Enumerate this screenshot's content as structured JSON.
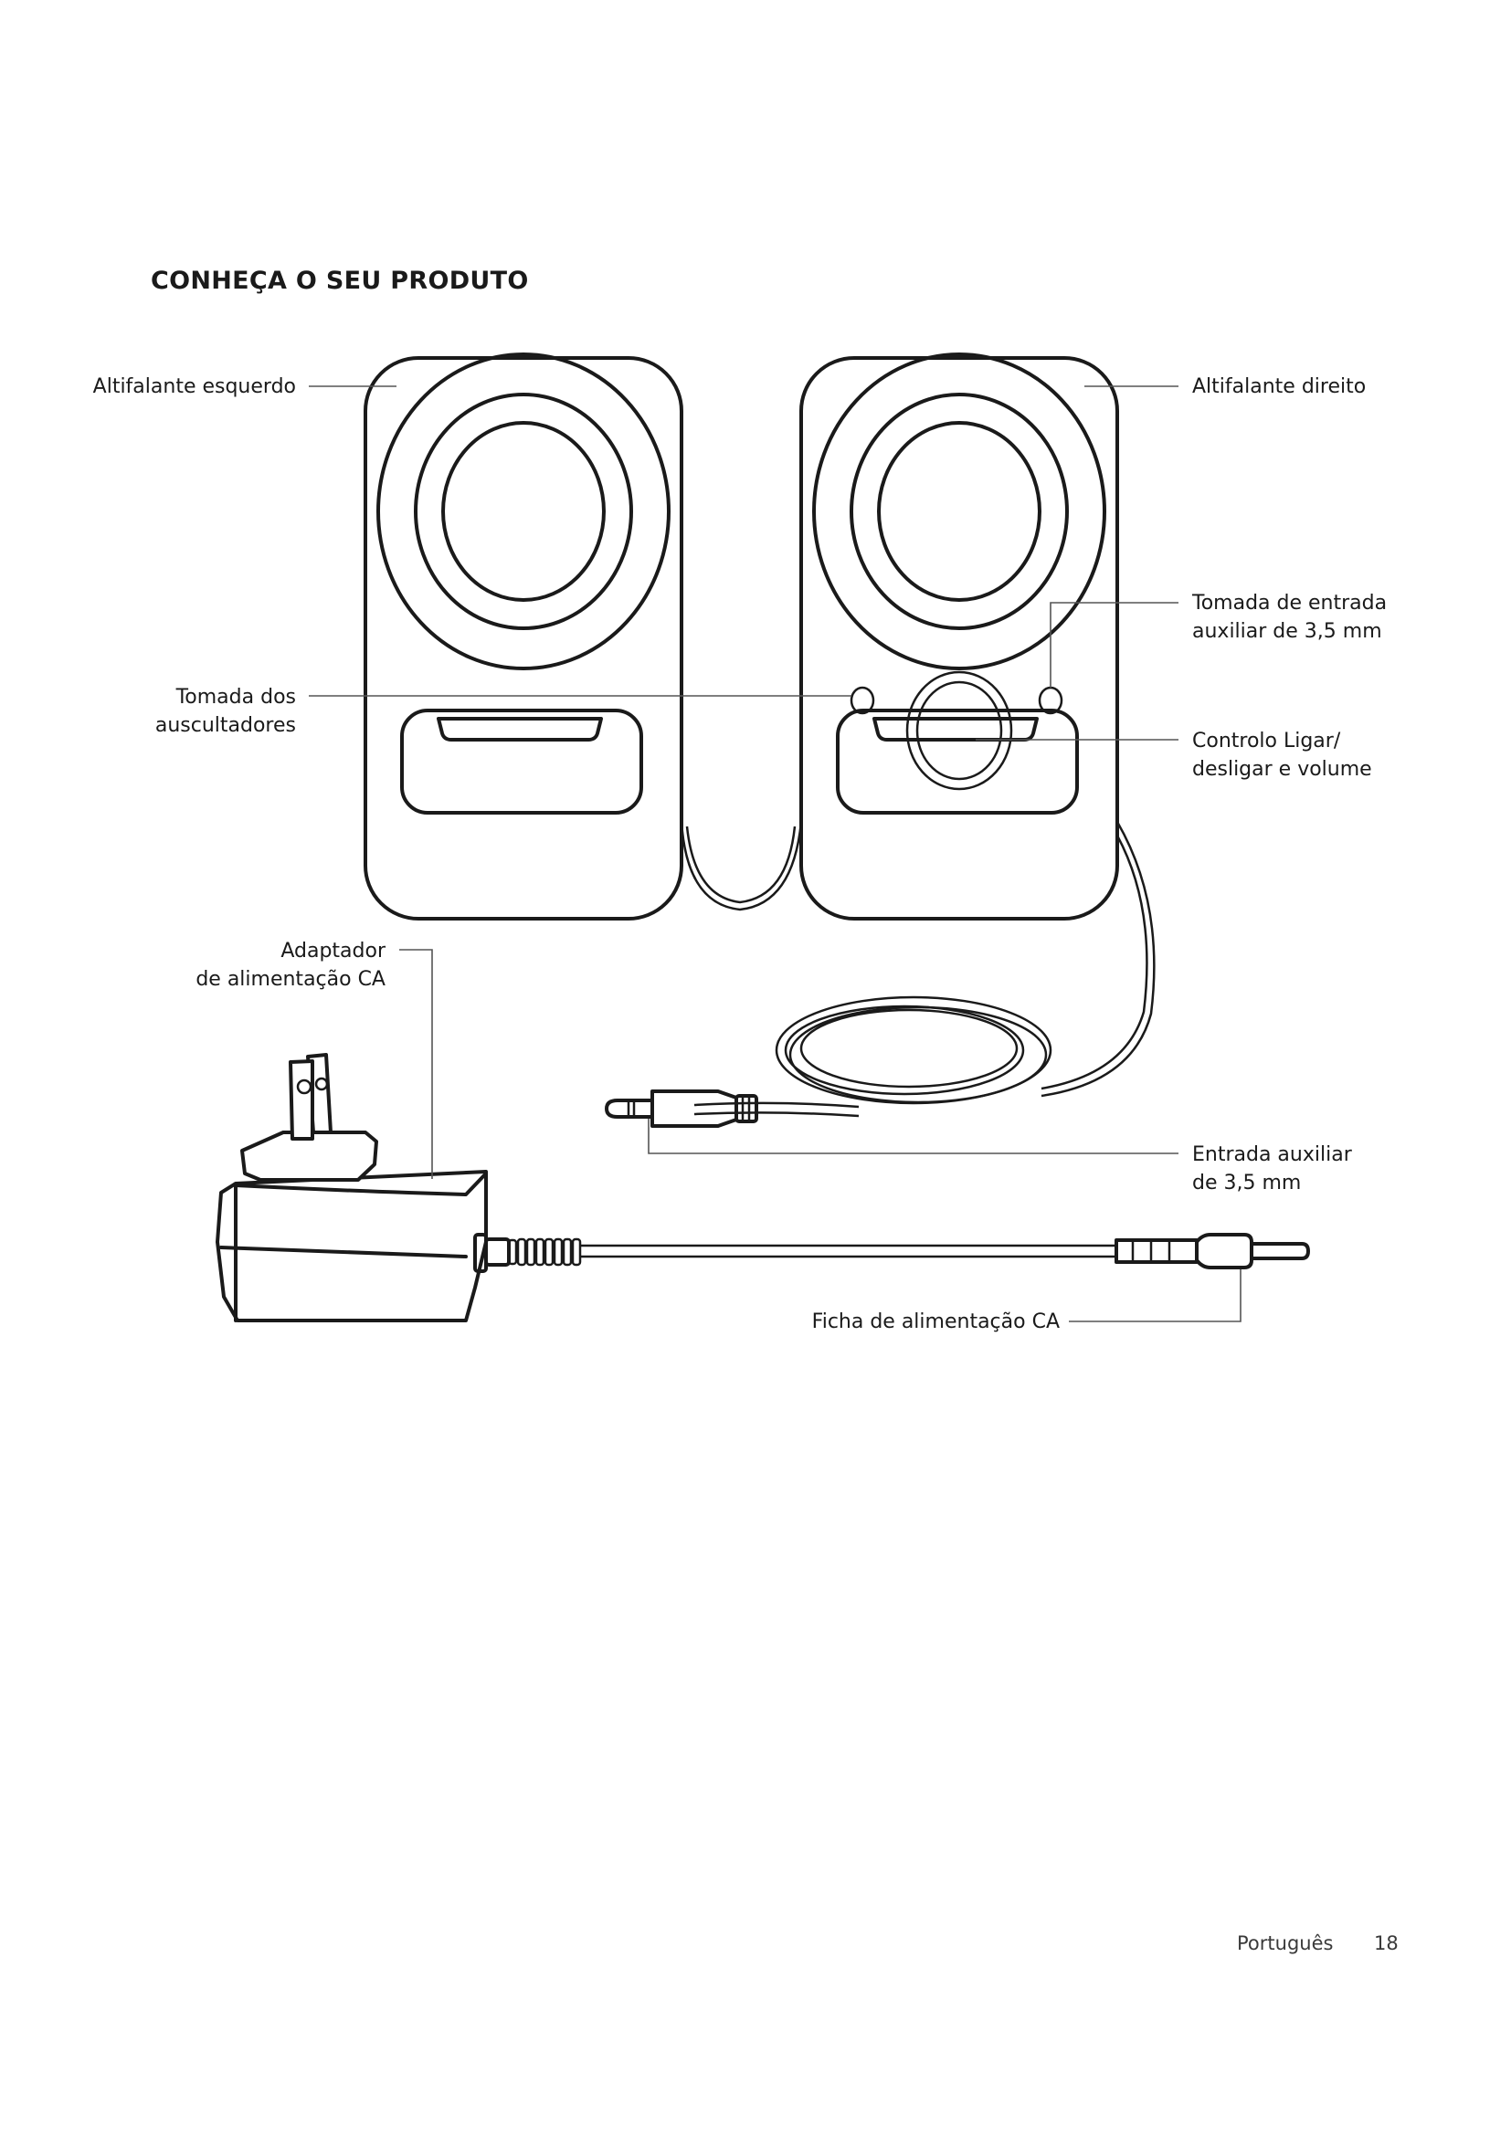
{
  "page": {
    "title": "CONHEÇA O SEU PRODUTO",
    "footer": {
      "language": "Português",
      "page_number": "18"
    }
  },
  "callouts": {
    "left_speaker": {
      "lines": [
        "Altifalante esquerdo"
      ]
    },
    "right_speaker": {
      "lines": [
        "Altifalante direito"
      ]
    },
    "aux_in_jack": {
      "lines": [
        "Tomada de entrada",
        "auxiliar de 3,5 mm"
      ]
    },
    "headphone_jack": {
      "lines": [
        "Tomada dos",
        "auscultadores"
      ]
    },
    "power_volume": {
      "lines": [
        "Controlo Ligar/",
        "desligar e volume"
      ]
    },
    "ac_adapter": {
      "lines": [
        "Adaptador",
        "de alimentação CA"
      ]
    },
    "aux_input_plug": {
      "lines": [
        "Entrada auxiliar",
        "de 3,5 mm"
      ]
    },
    "ac_power_plug": {
      "lines": [
        "Ficha de alimentação CA"
      ]
    }
  }
}
